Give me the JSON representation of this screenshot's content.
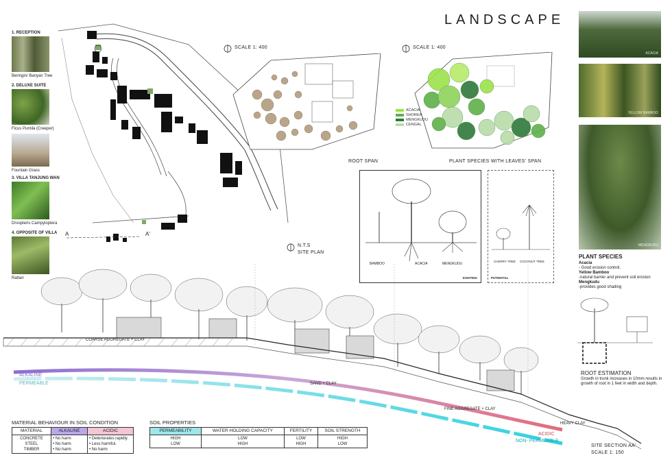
{
  "title": "LANDSCAPE",
  "plants_list": [
    {
      "heading": "1. RECEPTION",
      "caption": "Beringin/ Banyan Tree"
    },
    {
      "heading": "2. DELUXE SUITE",
      "caption": "Ficus Pumila (Creeper)"
    },
    {
      "heading": "",
      "caption": "Fountain Grass"
    },
    {
      "heading": "3. VILLA TANJUNG WAN",
      "caption": "Drvopteris Campyloptera"
    },
    {
      "heading": "4. OPPOSITE OF VILLA",
      "caption": "Rattan"
    }
  ],
  "site_plan": {
    "scale_label": "N.T.S",
    "title": "SITE PLAN",
    "section_a": "A",
    "section_a2": "A'"
  },
  "root_span": {
    "scale": "SCALE 1: 400",
    "caption": "ROOT SPAN"
  },
  "leaves_span": {
    "scale": "SCALE 1: 400",
    "caption": "PLANT SPECIES WITH LEAVES' SPAN",
    "legend": [
      {
        "label": "ACACIA",
        "color": "#9be34a"
      },
      {
        "label": "SHOREA",
        "color": "#5fb04a"
      },
      {
        "label": "MENGKUDU",
        "color": "#2f7a3a"
      },
      {
        "label": "CENGAL",
        "color": "#b9dca8"
      }
    ]
  },
  "existing_panel": {
    "labels": [
      "BAMBOO",
      "ACACIA",
      "MENGKUDU"
    ],
    "tag": "EXISTING"
  },
  "potential_panel": {
    "labels": [
      "CHERRY TREE",
      "COCONUT TREE"
    ],
    "tag": "POTENTIAL"
  },
  "photos": [
    {
      "overlay": "ACACIA"
    },
    {
      "overlay": "YELLOW BAMBOO"
    },
    {
      "overlay": "MENGKUDU"
    }
  ],
  "plant_species": {
    "heading": "PLANT SPECIES",
    "items": [
      {
        "name": "Acacia",
        "desc": "- Good erosion control."
      },
      {
        "name": "Yellow Bamboo",
        "desc": "-natural barrier and prevent soil erosion"
      },
      {
        "name": "Mengkudu",
        "desc": "-provides good shading"
      }
    ]
  },
  "root_estimation": {
    "heading": "ROOT ESTIMATION",
    "text": "Growth in trunk increases in 10mm results in growth of root in 1 feet in width and depth."
  },
  "section": {
    "labels": {
      "coarse": "COARSE AGGREGATE + CLAY",
      "sand": "SAND + CLAY",
      "fine": "FINE AGGREGATE + CLAY",
      "heavy": "HEAVY CLAY"
    },
    "alkaline": "ALKALINE",
    "permeable": "PERMEABLE",
    "acidic": "ACIDIC",
    "non_permeable": "NON- PERMEABLE",
    "title": "SITE SECTION AA'",
    "scale": "SCALE 1: 150",
    "colors": {
      "alkaline": "#8b6fd0",
      "acidic": "#e56a7a",
      "permeable": "#8fd7dc",
      "non_permeable": "#2fd0e0"
    }
  },
  "material_table": {
    "title": "MATERIAL BEHAVIOUR IN SOIL CONDITION",
    "headers": [
      "MATERIAL",
      "ALKALINE",
      "ACIDIC"
    ],
    "materials": [
      "CONCRETE",
      "STEEL",
      "TIMBER"
    ],
    "alkaline": [
      "• No harm",
      "• No harm",
      "• No harm"
    ],
    "acidic": [
      "• Deteriorates rapidly.",
      "• Less harmful.",
      "• No harm"
    ]
  },
  "soil_table": {
    "title": "SOIL PROPERTIES",
    "headers": [
      "PERMEABILITY",
      "WATER HOLDING CAPACITY",
      "FERTILITY",
      "SOIL STRENGTH"
    ],
    "rows": [
      [
        "HIGH",
        "LOW",
        "LOW",
        "HIGH"
      ],
      [
        "LOW",
        "HIGH",
        "HIGH",
        "LOW"
      ]
    ]
  }
}
